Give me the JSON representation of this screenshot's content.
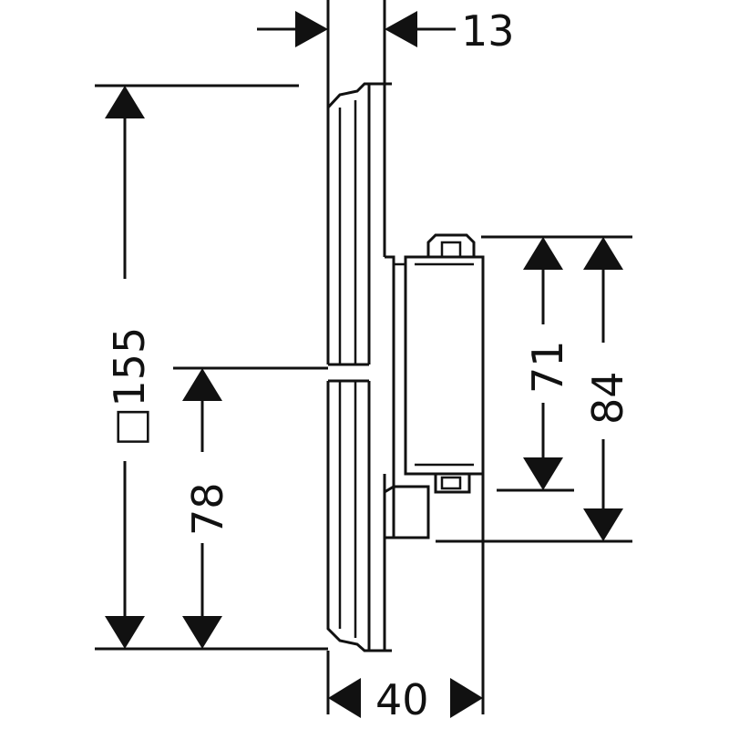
{
  "dimensions": {
    "top_depth": "13",
    "height_total": "□155",
    "height_center": "78",
    "module_inner": "71",
    "module_outer": "84",
    "total_depth": "40"
  }
}
